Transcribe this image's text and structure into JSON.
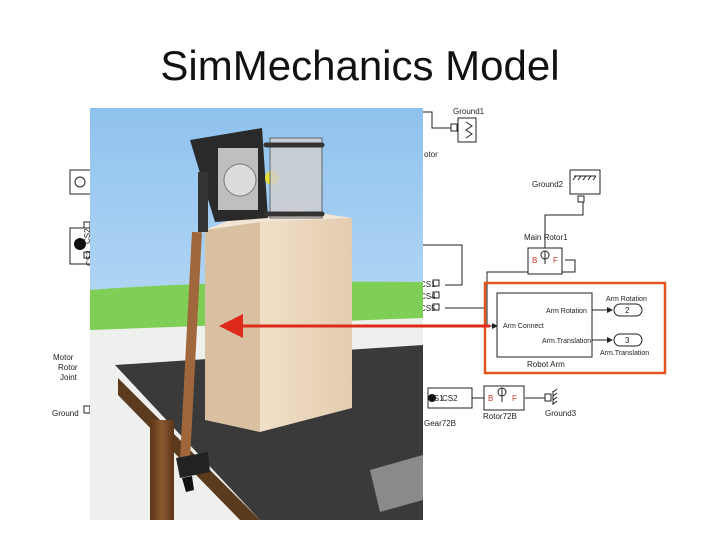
{
  "slide": {
    "title": "SimMechanics Model"
  },
  "blocks": {
    "ground1": "Ground1",
    "ground2": "Ground2",
    "ground3": "Ground3",
    "ground_left": "Ground",
    "main_rotor": "Main Rotor1",
    "robot_arm": "Robot Arm",
    "rotor72b": "Rotor72B",
    "gear72b": "Gear72B",
    "motor_rotor_joint_1": "Motor",
    "motor_rotor_joint_2": "Rotor",
    "motor_rotor_joint_3": "Joint",
    "rotor_partial": "otor",
    "cs_s1": "CS1",
    "cs_s4": "CS4",
    "cs_s5": "CS5",
    "cs2": "CS2",
    "cs2_left": "CS2",
    "cs3_left": "CS3",
    "cs1_bottom": "CS1"
  },
  "ports": {
    "b": "B",
    "f": "F",
    "b2": "B",
    "f2": "F"
  },
  "robot_arm_ports": {
    "arm_rotation_label": "Arm Rotation",
    "arm_translation_label": "Arm.Translation",
    "arm_connect_label": "Arm Connect",
    "out_arm_rotation": "Arm Rotation",
    "out_arm_translation": "Arm.Translation",
    "out1": "2",
    "out2": "3"
  },
  "colors": {
    "highlight": "#e2541f",
    "arrow": "#dd2a1b",
    "sky": "#bcdbf5",
    "grass": "#7fce55",
    "table": "#3c3c3c",
    "box": "#e7d2ba"
  }
}
